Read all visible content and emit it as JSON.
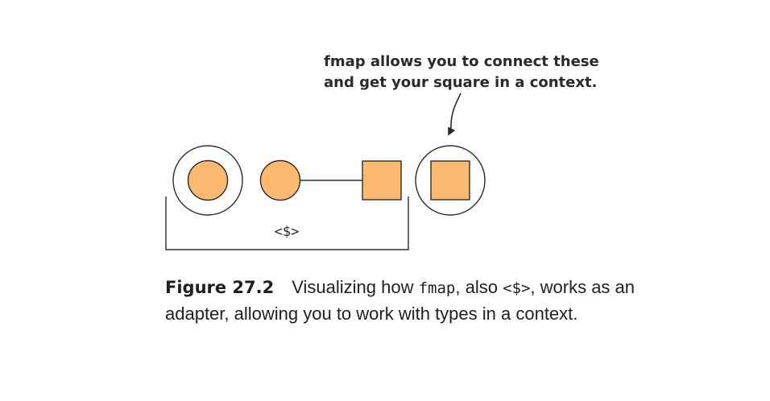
{
  "annotation": {
    "line1": "fmap allows you to connect these",
    "line2": "and get your square in a context."
  },
  "diagram": {
    "operator_label": "<$>",
    "colors": {
      "shape_fill": "#FDB96F",
      "stroke": "#2b2b2b",
      "container_fill": "#ffffff"
    },
    "shapes": [
      "circle-in-context",
      "circle",
      "square",
      "square-in-context"
    ]
  },
  "caption": {
    "label": "Figure 27.2",
    "text_before": "Visualizing how ",
    "code1": "fmap",
    "text_middle": ", also ",
    "code2": "<$>",
    "text_after": ", works as an adapter, allowing you to work with types in a context."
  }
}
